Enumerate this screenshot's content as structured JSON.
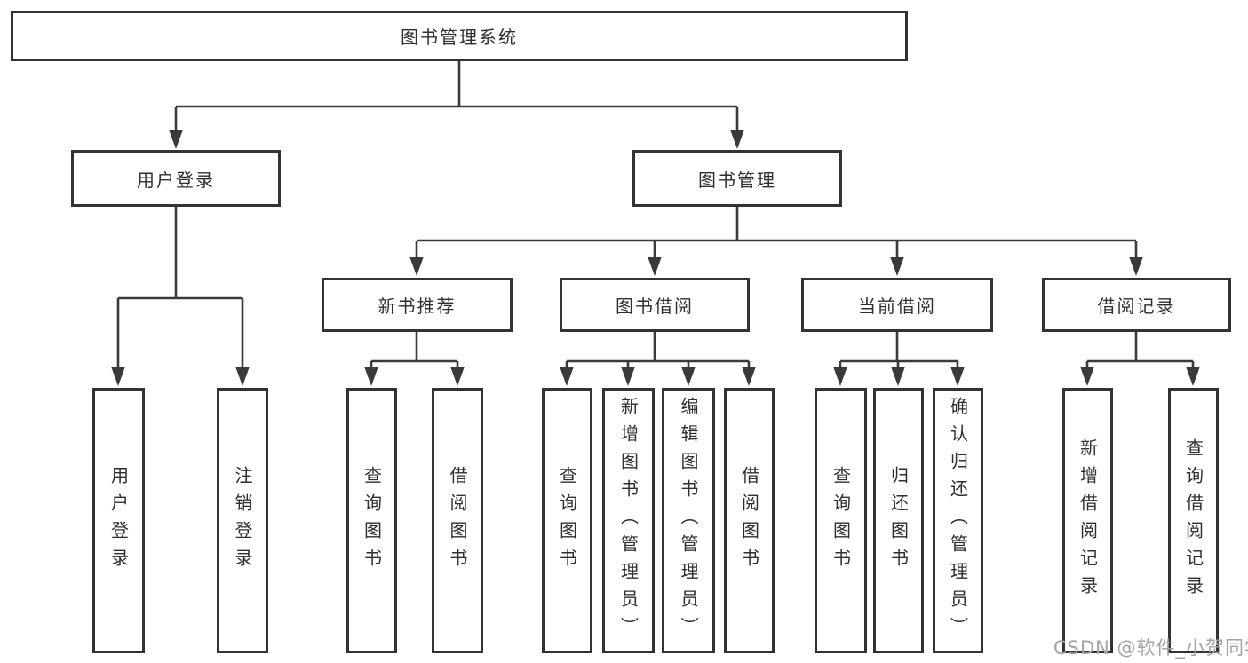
{
  "colors": {
    "line": "#3a3a3a",
    "box_border": "#333333",
    "box_fill": "#ffffff",
    "text": "#2f2f2f",
    "watermark": "#a4a4a6"
  },
  "tree": {
    "label": "图书管理系统",
    "children": [
      {
        "label": "用户登录",
        "children": [
          {
            "label": "用户登录"
          },
          {
            "label": "注销登录"
          }
        ]
      },
      {
        "label": "图书管理",
        "children": [
          {
            "label": "新书推荐",
            "children": [
              {
                "label": "查询图书"
              },
              {
                "label": "借阅图书"
              }
            ]
          },
          {
            "label": "图书借阅",
            "children": [
              {
                "label": "查询图书"
              },
              {
                "label": "新增图书（管理员）"
              },
              {
                "label": "编辑图书（管理员）"
              },
              {
                "label": "借阅图书"
              }
            ]
          },
          {
            "label": "当前借阅",
            "children": [
              {
                "label": "查询图书"
              },
              {
                "label": "归还图书"
              },
              {
                "label": "确认归还（管理员）"
              }
            ]
          },
          {
            "label": "借阅记录",
            "children": [
              {
                "label": "新增借阅记录"
              },
              {
                "label": "查询借阅记录"
              }
            ]
          }
        ]
      }
    ]
  },
  "watermark": {
    "text": "CSDN @软件_小贺同学"
  }
}
